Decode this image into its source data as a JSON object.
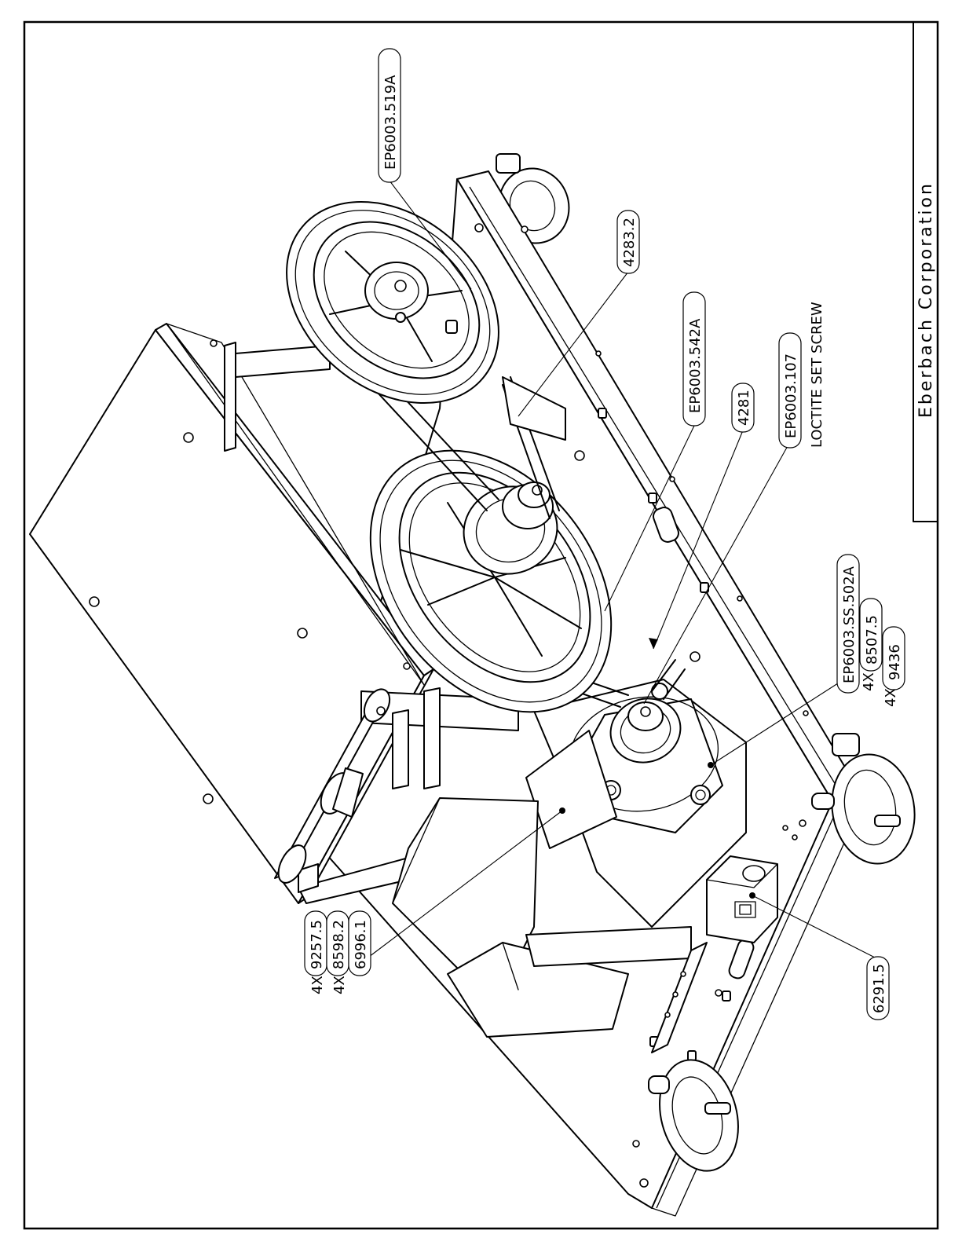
{
  "title_block": {
    "company": "Eberbach Corporation"
  },
  "callouts": {
    "c1": "EP6003.519A",
    "c2": "4283.2",
    "c3": "EP6003.542A",
    "c4": "4281",
    "c5": "EP6003.107",
    "c5_note": "LOCTITE SET SCREW",
    "c6": "EP6003.SS.502A",
    "c6_qty1": "4X",
    "c6_part2": "8507.5",
    "c6_qty2": "4X",
    "c6_part3": "9436",
    "c7_qty1": "4X",
    "c7_part1": "9257.5",
    "c7_qty2": "4X",
    "c7_part2": "8598.2",
    "c7_part3": "6996.1",
    "c8": "6291.5"
  }
}
